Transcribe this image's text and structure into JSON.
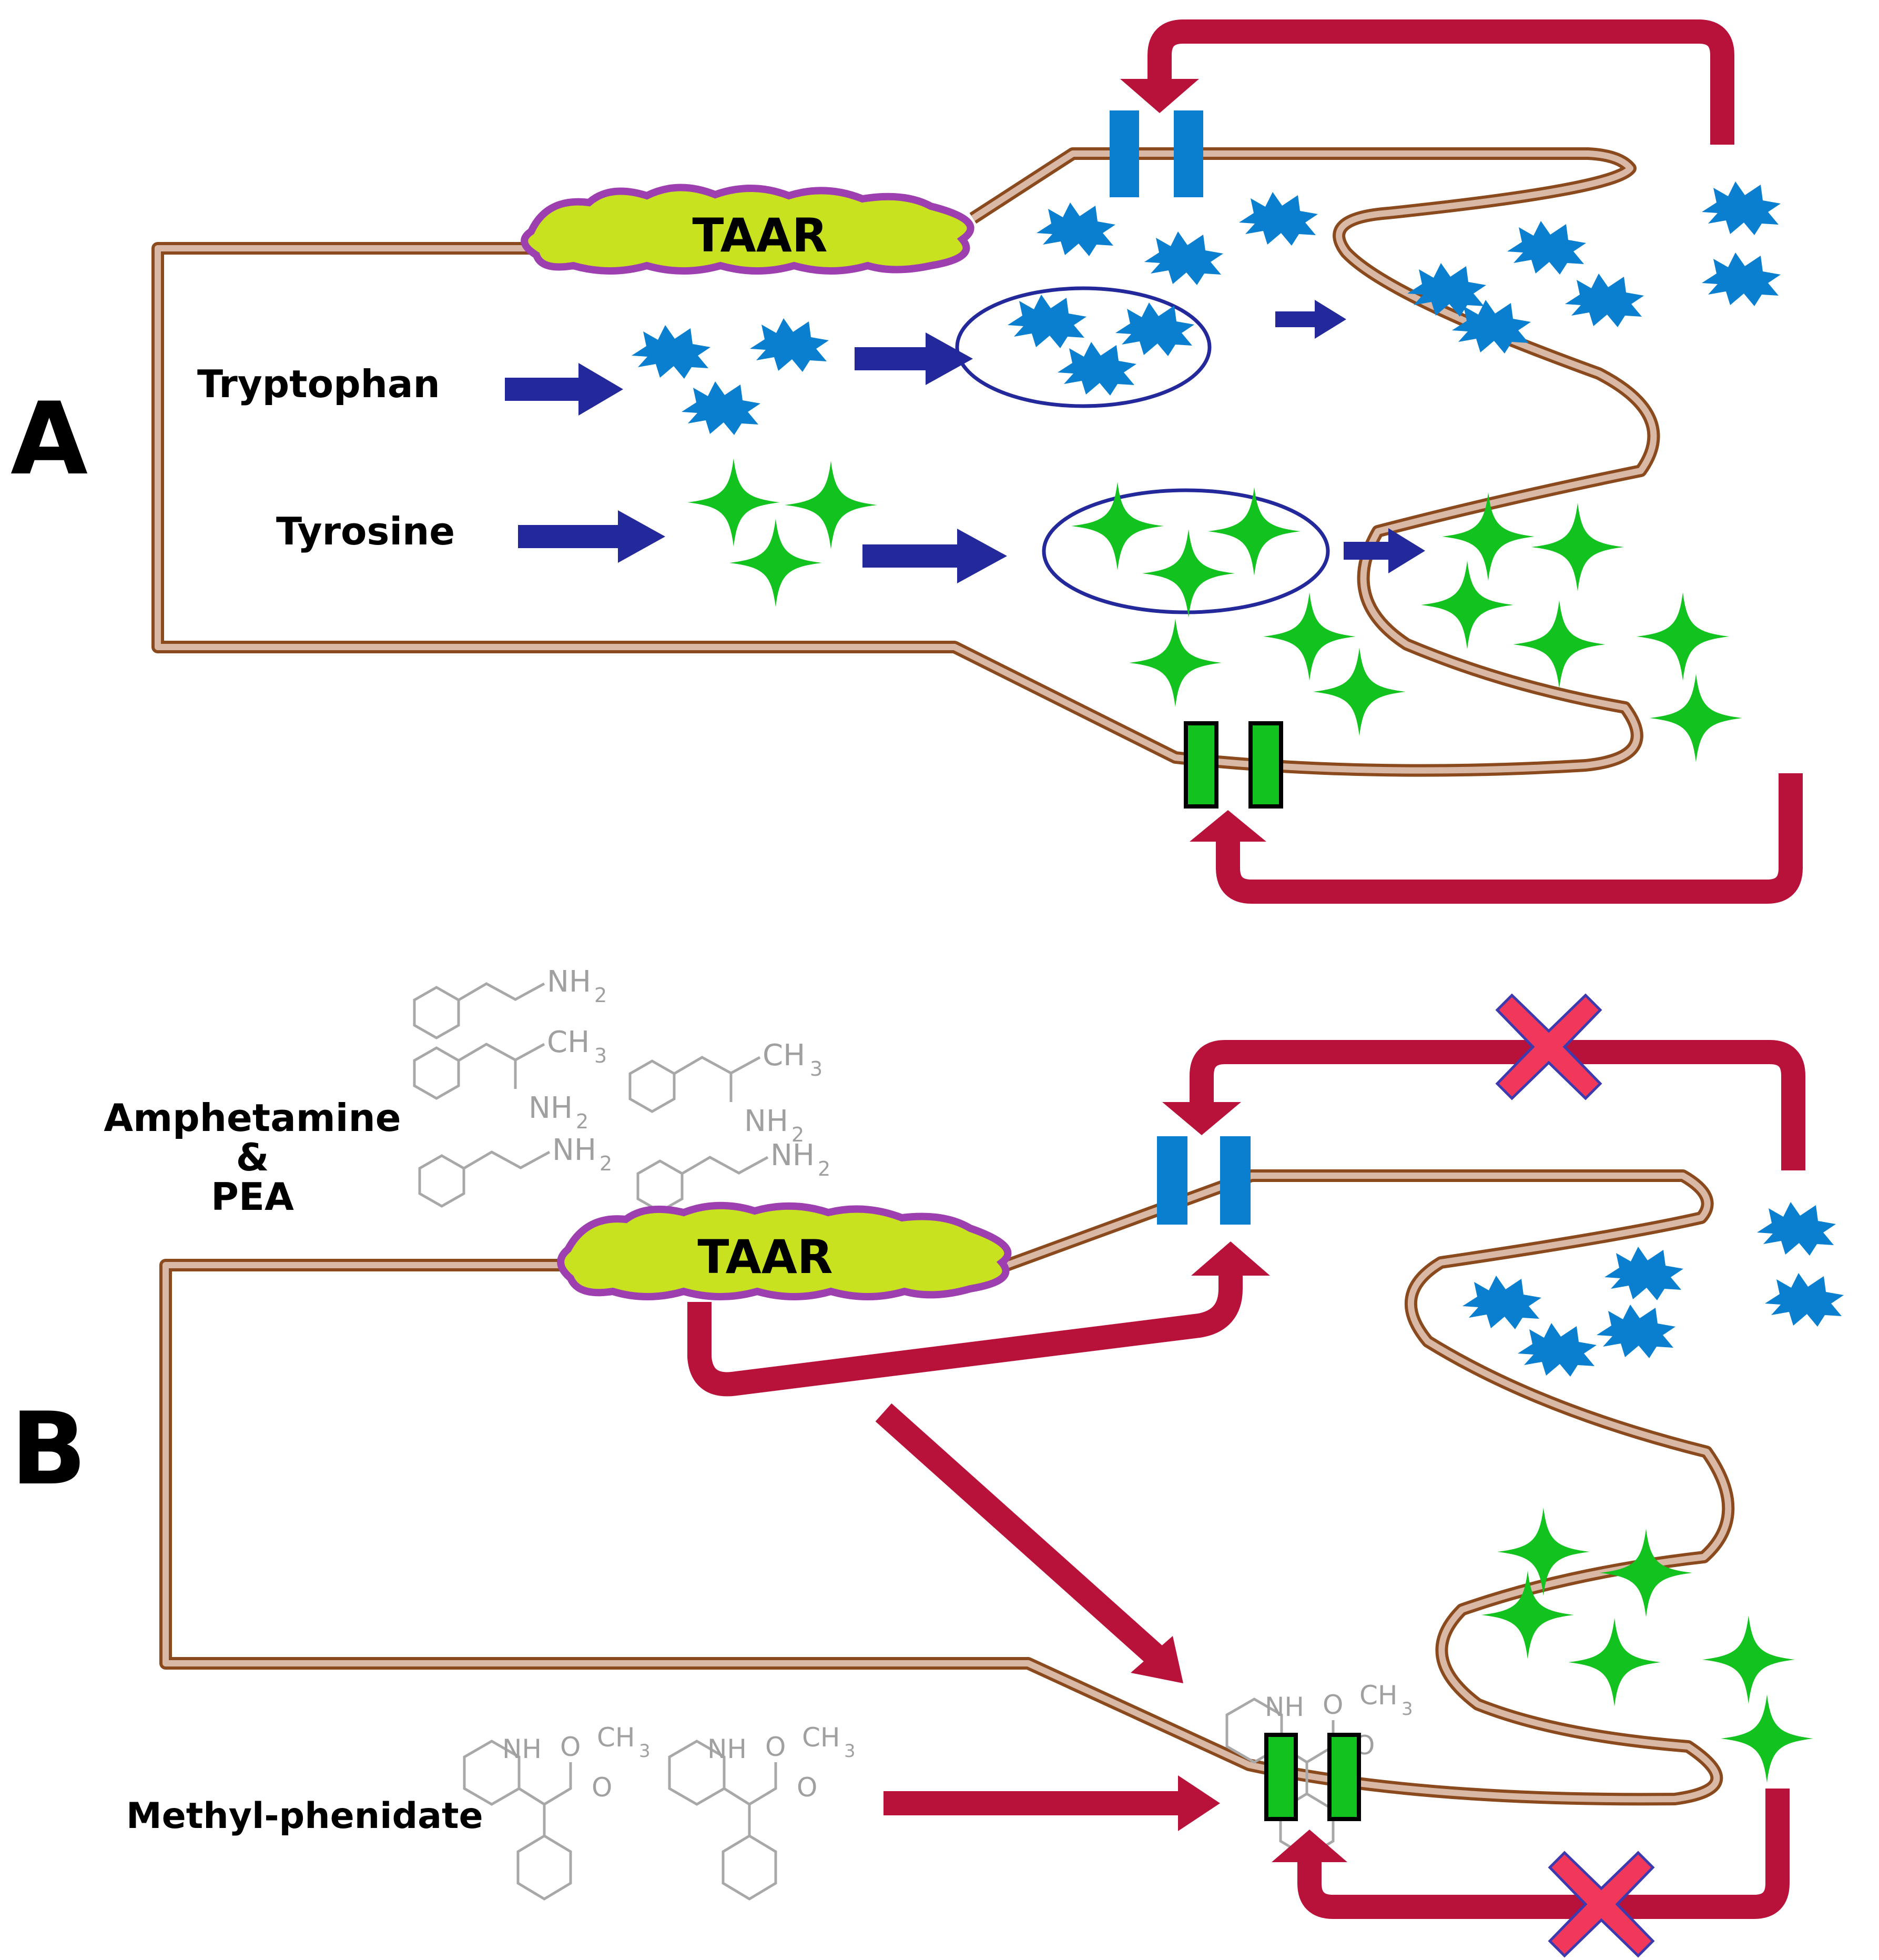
{
  "panels": {
    "a": {
      "letter": "A",
      "receptor": "TAAR",
      "precursor_top": "Tryptophan",
      "precursor_bottom": "Tyrosine"
    },
    "b": {
      "letter": "B",
      "receptor": "TAAR",
      "drug_line1": "Amphetamine",
      "drug_line2": "&",
      "drug_line3": "PEA",
      "drug_bottom": "Methyl-phenidate"
    }
  },
  "chem": {
    "nh2": "NH",
    "ch3": "CH",
    "sub": "2",
    "sub3": "3",
    "nh": "NH",
    "o": "O"
  },
  "colors": {
    "membrane": "#8b4a1d",
    "membrane_fill": "#d9b9a6",
    "serotonin": "#0a7fd0",
    "dopamine": "#12c21f",
    "flow_arrow": "#23299a",
    "feedback_arrow": "#b8123a",
    "block_cross": "#f2385a",
    "taar_fill": "#c8e21f",
    "taar_outline": "#9e3fb0"
  },
  "icons": {
    "block": "x-block-icon",
    "serotonin": "star-cluster-icon",
    "dopamine": "four-point-star-icon"
  }
}
